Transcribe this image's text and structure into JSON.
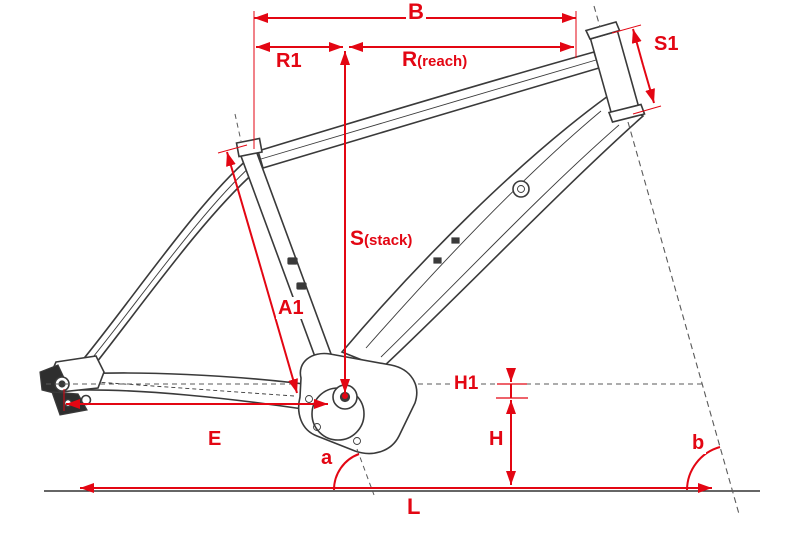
{
  "diagram": {
    "title": "bike-frame-geometry",
    "colors": {
      "dimension": "#e30613",
      "frame_line": "#3a3a3a",
      "construction": "#5a5a5a",
      "ground": "#333333"
    },
    "labels": {
      "B": "B",
      "R1": "R1",
      "R_letter": "R",
      "R_suffix": "(reach)",
      "S1": "S1",
      "S_letter": "S",
      "S_suffix": "(stack)",
      "A1": "A1",
      "H1": "H1",
      "H": "H",
      "E": "E",
      "L": "L",
      "a": "a",
      "b": "b"
    }
  }
}
